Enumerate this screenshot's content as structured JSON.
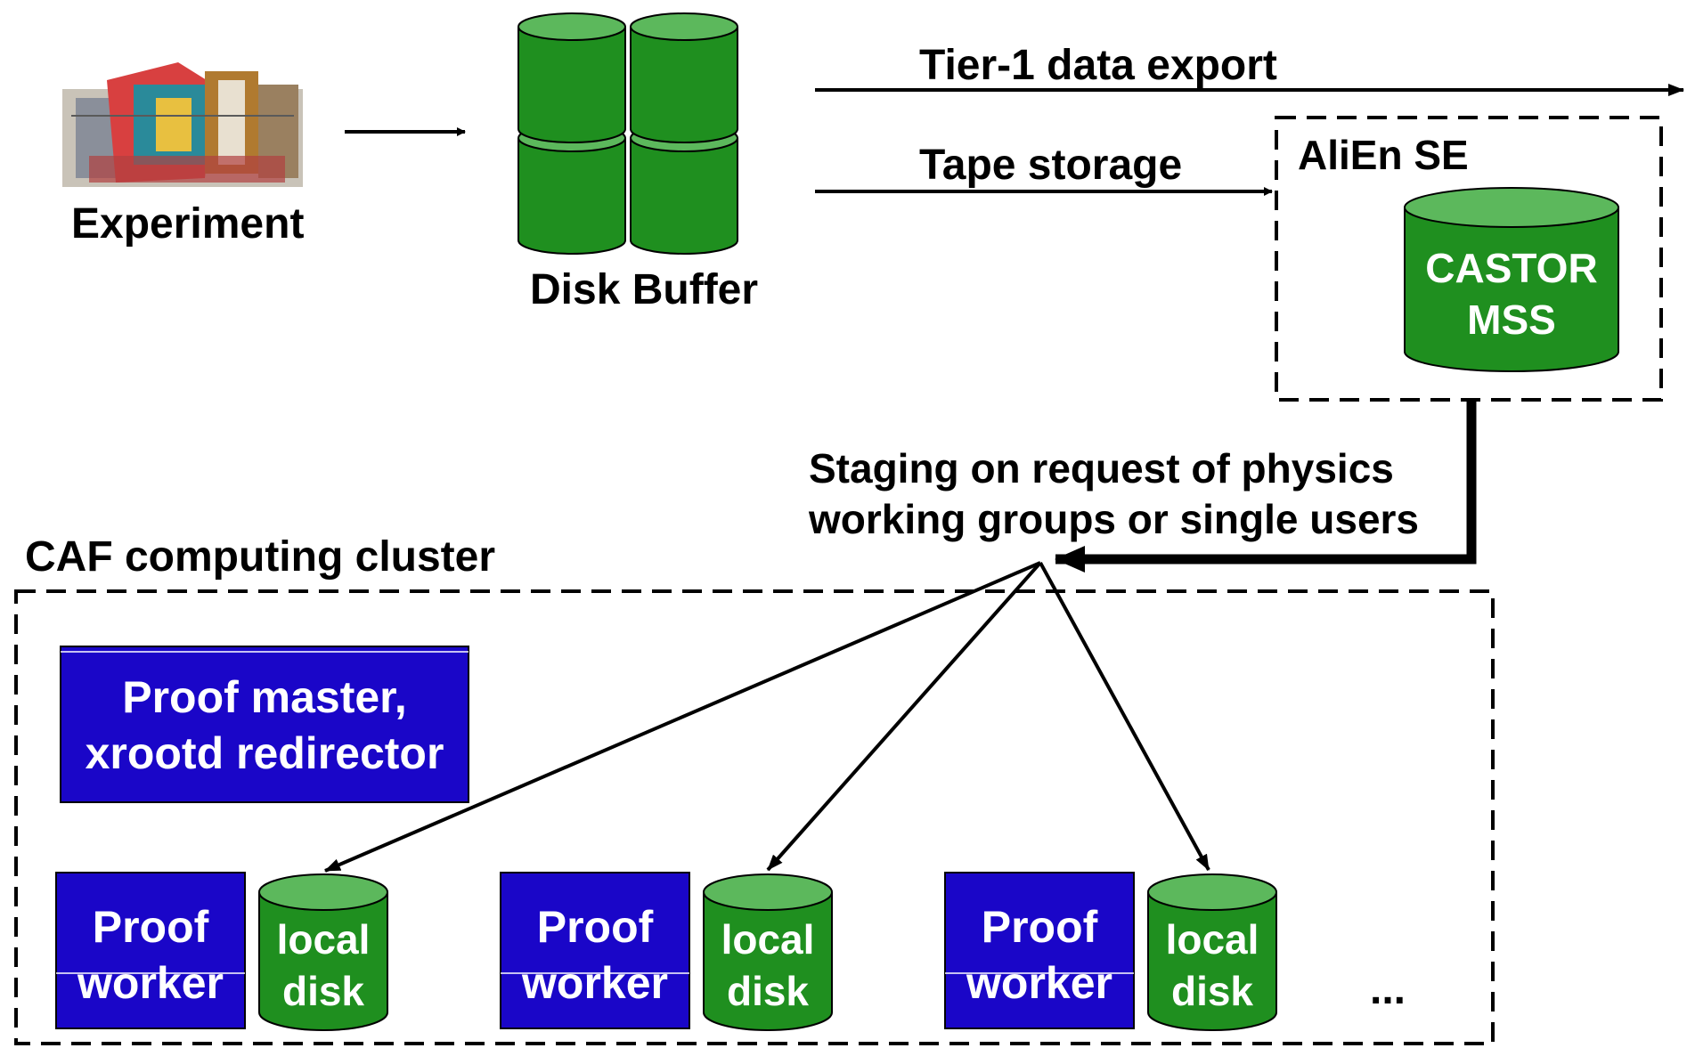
{
  "experiment": {
    "label": "Experiment"
  },
  "disk_buffer": {
    "label": "Disk Buffer"
  },
  "flows": {
    "tier1_export": "Tier-1 data export",
    "tape_storage": "Tape storage",
    "staging_line1": "Staging on request of physics",
    "staging_line2": "working groups or single users"
  },
  "alien_se": {
    "title": "AliEn SE",
    "castor_line1": "CASTOR",
    "castor_line2": "MSS"
  },
  "caf": {
    "title": "CAF computing cluster",
    "master_line1": "Proof master,",
    "master_line2": "xrootd redirector",
    "nodes": [
      {
        "worker_line1": "Proof",
        "worker_line2": "worker",
        "disk_line1": "local",
        "disk_line2": "disk"
      },
      {
        "worker_line1": "Proof",
        "worker_line2": "worker",
        "disk_line1": "local",
        "disk_line2": "disk"
      },
      {
        "worker_line1": "Proof",
        "worker_line2": "worker",
        "disk_line1": "local",
        "disk_line2": "disk"
      }
    ],
    "ellipsis": "..."
  },
  "colors": {
    "disk_green": "#1f8f1f",
    "disk_top": "#5cb85c",
    "box_blue": "#1a06c8",
    "line": "#000000"
  }
}
